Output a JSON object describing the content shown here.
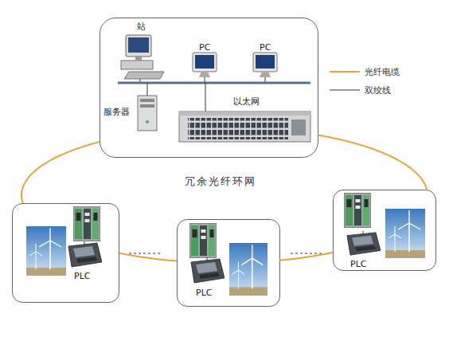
{
  "diagram": {
    "nodes": [
      {
        "text": [
          "以太网"
        ]
      },
      {
        "text": [
          "站"
        ],
        "in": 0
      },
      {
        "text": [
          "PC"
        ],
        "in": 0
      },
      {
        "text": [
          "PC"
        ],
        "in": 0
      },
      {
        "text": [
          "服务器"
        ],
        "in": 0
      },
      {
        "text": [
          "PLC"
        ]
      },
      {
        "text": [
          "PLC"
        ]
      },
      {
        "text": [
          "PLC"
        ]
      }
    ],
    "edges": [
      {
        "from": 0,
        "to": 5,
        "arrow": "none"
      },
      {
        "from": 5,
        "to": 6,
        "arrow": "none"
      },
      {
        "from": 6,
        "to": 7,
        "arrow": "none"
      },
      {
        "from": 7,
        "to": 0,
        "arrow": "none"
      }
    ],
    "labels": [
      "冗余光纤环网"
    ],
    "legend": [
      {
        "text": "光纤电缆"
      },
      {
        "text": "双绞线"
      }
    ]
  }
}
